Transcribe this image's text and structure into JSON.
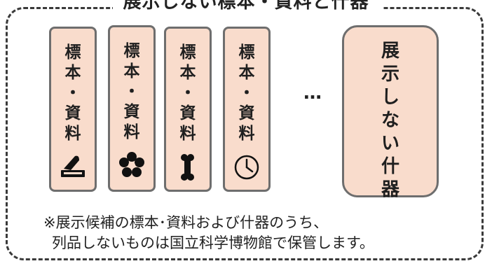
{
  "title": "展示しない標本・資料と什器",
  "cards": [
    {
      "chars": [
        "標",
        "本",
        "・",
        "資",
        "料"
      ],
      "icon": "gramophone-icon"
    },
    {
      "chars": [
        "標",
        "本",
        "・",
        "資",
        "料"
      ],
      "icon": "flower-icon"
    },
    {
      "chars": [
        "標",
        "本",
        "・",
        "資",
        "料"
      ],
      "icon": "bone-icon"
    },
    {
      "chars": [
        "標",
        "本",
        "・",
        "資",
        "料"
      ],
      "icon": "clock-icon"
    }
  ],
  "ellipsis": "…",
  "fixture_box": {
    "chars": [
      "展",
      "示",
      "し",
      "な",
      "い",
      "什",
      "器"
    ]
  },
  "note": {
    "line1": "※展示候補の標本･資料および什器のうち、",
    "line2": "列品しないものは国立科学博物館で保管します。"
  }
}
